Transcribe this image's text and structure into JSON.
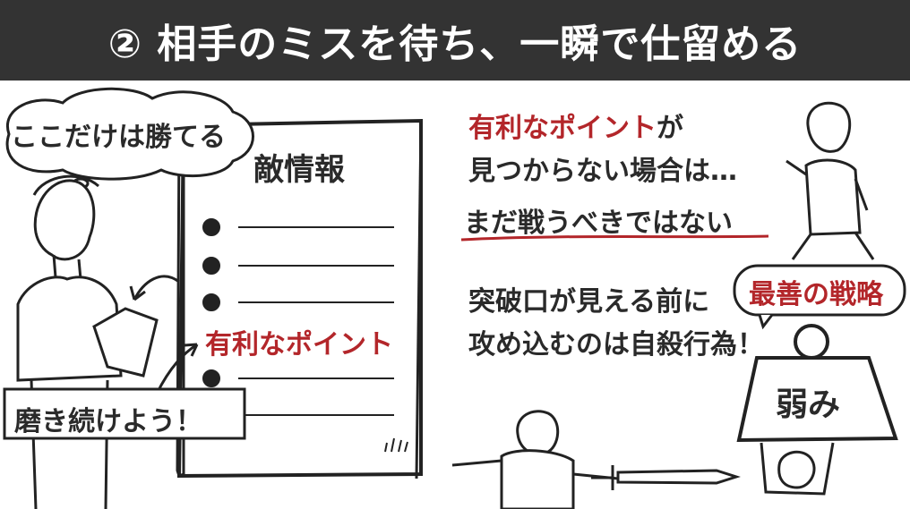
{
  "header": {
    "title": "② 相手のミスを待ち、一瞬で仕留める"
  },
  "thought_bubble": {
    "text": "ここだけは勝てる"
  },
  "document": {
    "title": "敵情報",
    "highlight": "有利なポイント"
  },
  "left_label": {
    "text": "磨き続けよう！"
  },
  "right_text": {
    "line1_red": "有利なポイント",
    "line1_rest": "が",
    "line2": "見つからない場合は…",
    "line3": "まだ戦うべきではない",
    "line4": "突破口が見える前に",
    "line5": "攻め込むのは自殺行為！"
  },
  "strategy_bubble": {
    "text": "最善の戦略"
  },
  "weight": {
    "label": "弱み"
  },
  "colors": {
    "header_bg": "#333333",
    "accent_red": "#b3262a"
  }
}
